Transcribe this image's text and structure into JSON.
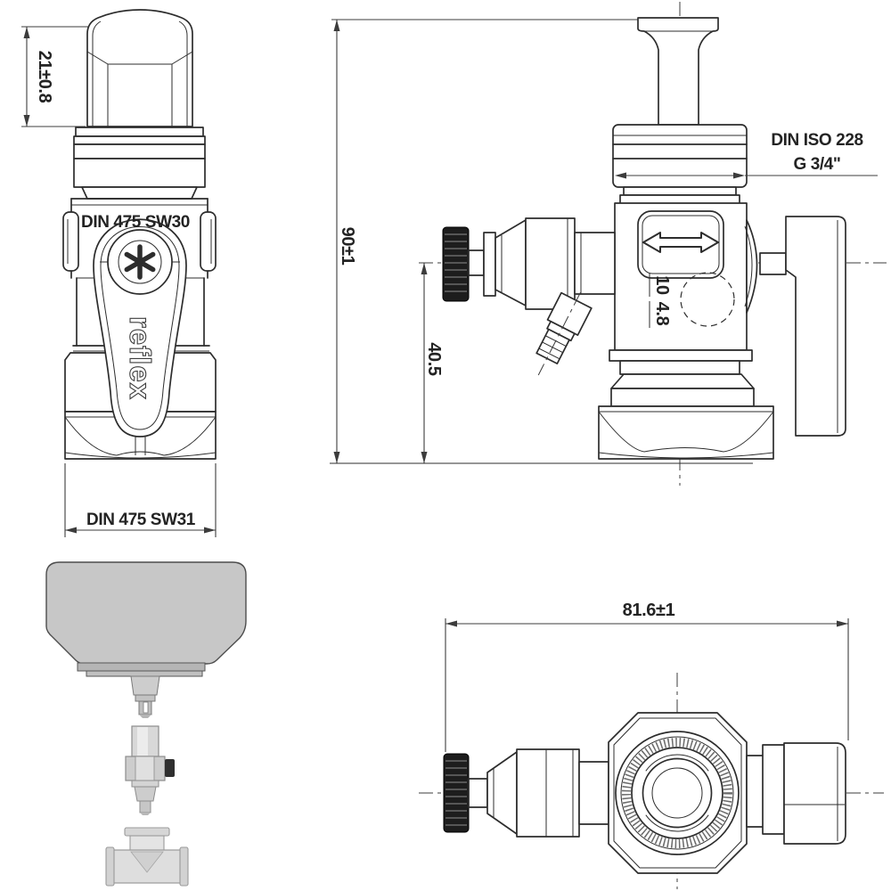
{
  "palette": {
    "drawing_line": "#2d2d2d",
    "dimension_line": "#3c3c3c",
    "tank_gray": "#c7c7c7",
    "part_gray": "#d8d8d8",
    "knob_black": "#1d1d1d"
  },
  "icons": {
    "flow_direction_arrow_icon": "↔",
    "screw_head_icon": "✳"
  },
  "views": {
    "front": {
      "cap_height_dim": "21±0.8",
      "top_wrench_label": "DIN 475 SW30",
      "bottom_wrench_label": "DIN 475 SW31",
      "brand": "reflex"
    },
    "side": {
      "total_height_dim": "90±1",
      "drain_axis_dim": "40.5",
      "thread_standard": "DIN ISO 228",
      "thread_size": "G 3/4\"",
      "bore_dims": [
        "10",
        "4.8"
      ]
    },
    "top": {
      "width_dim": "81.6±1"
    }
  }
}
